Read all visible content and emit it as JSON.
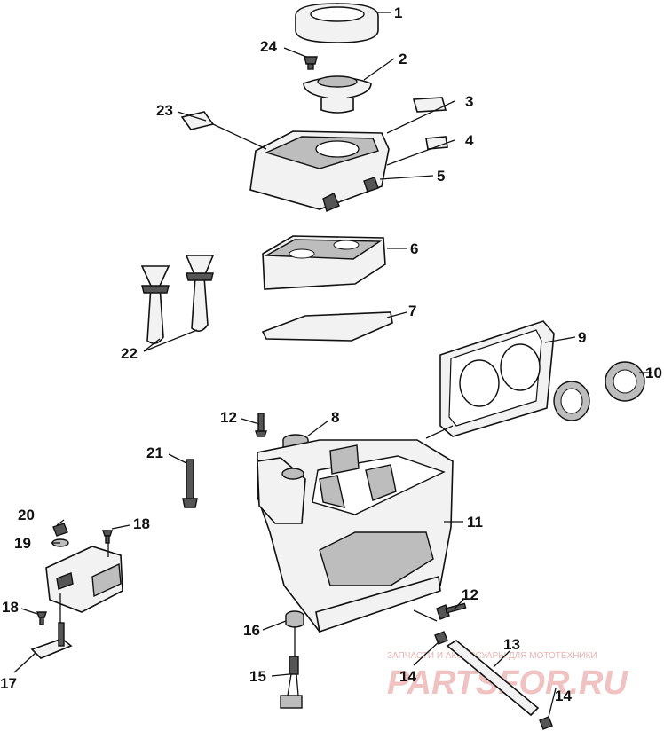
{
  "labels": [
    "1",
    "2",
    "3",
    "4",
    "5",
    "6",
    "7",
    "8",
    "9",
    "10",
    "11",
    "12",
    "12",
    "13",
    "14",
    "14",
    "15",
    "16",
    "17",
    "18",
    "18",
    "19",
    "20",
    "21",
    "22",
    "23",
    "24"
  ],
  "watermark": {
    "tagline": "ЗАПЧАСТИ И АКСЕССУАРЫ ДЛЯ МОТОТЕХНИКИ",
    "brand": "PARTSFOR.RU"
  },
  "colors": {
    "ink": "#111111",
    "watermark": "#f0c2c2"
  }
}
